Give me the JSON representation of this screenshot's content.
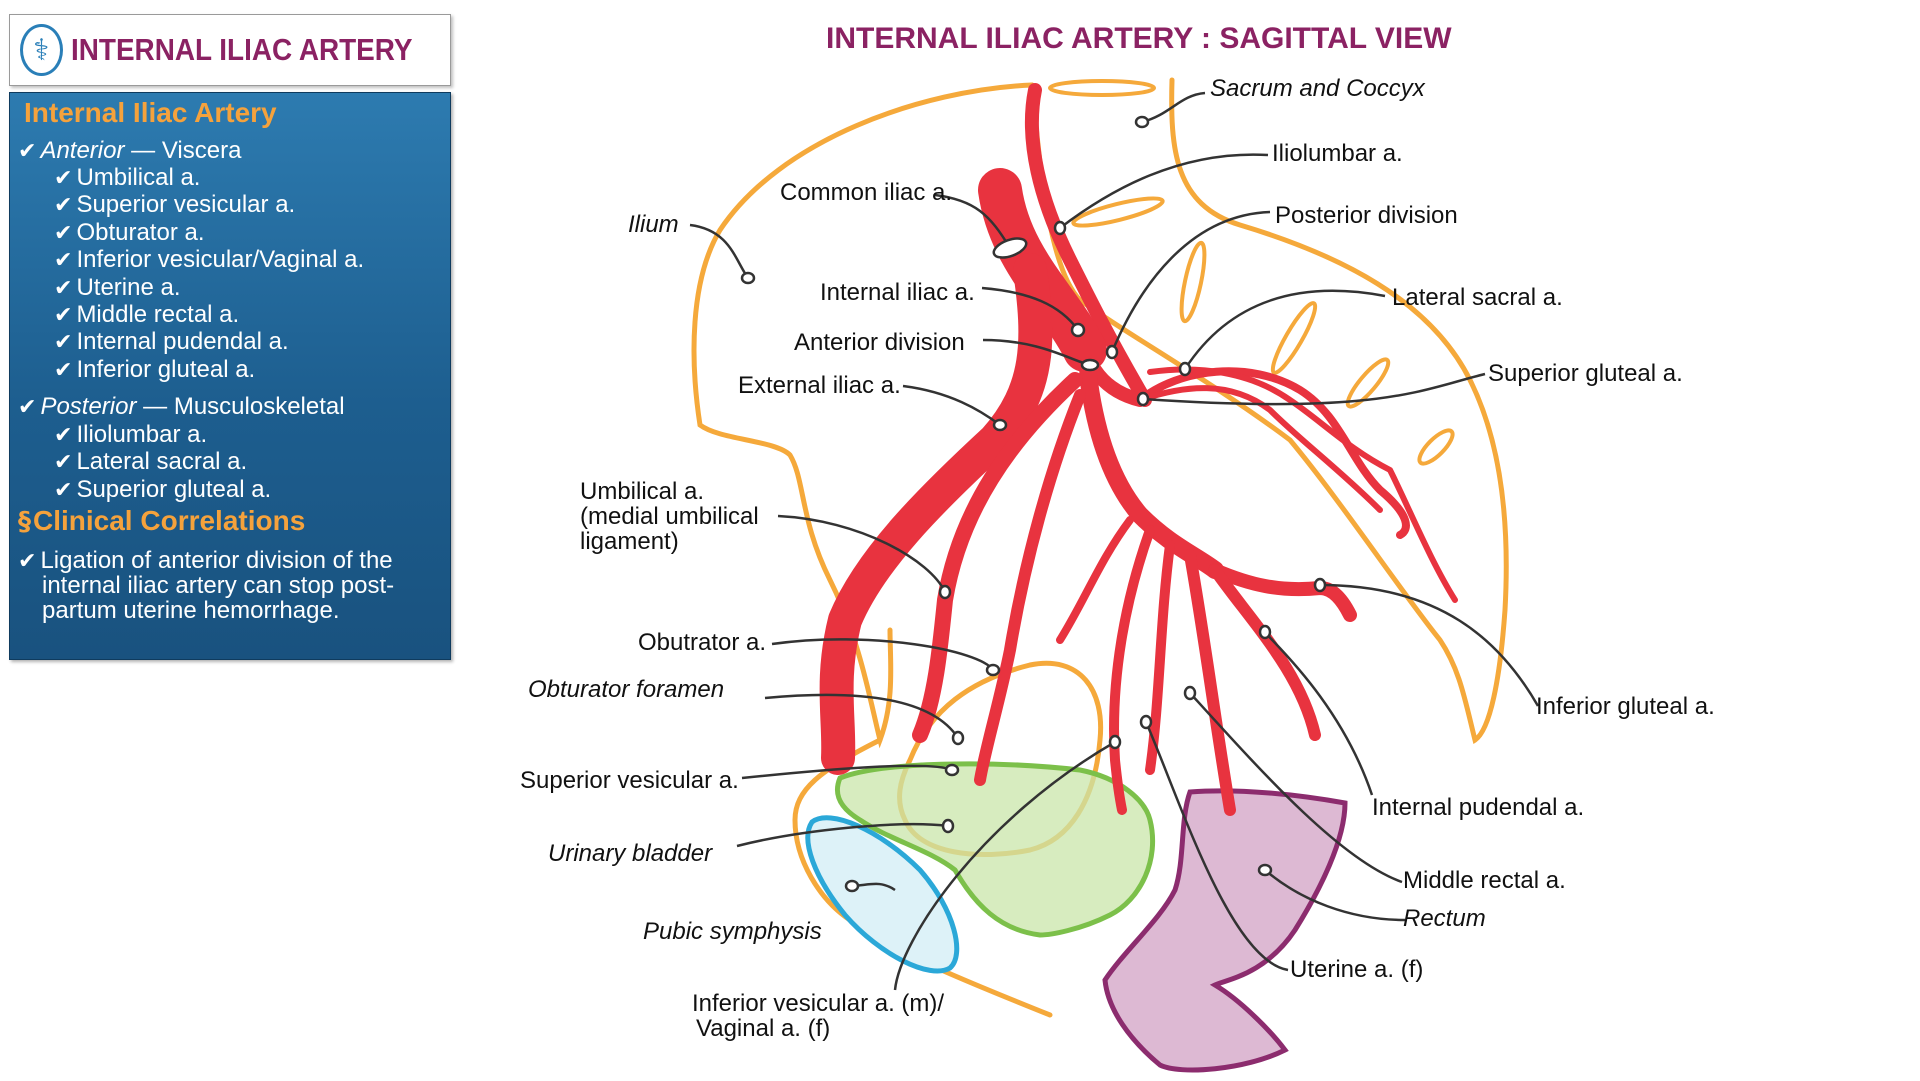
{
  "header": {
    "logo_icon": "caduceus-icon",
    "title": "INTERNAL ILIAC ARTERY"
  },
  "panel": {
    "heading": "Internal Iliac Artery",
    "anterior": {
      "label": "Anterior",
      "desc": "— Viscera"
    },
    "anterior_items": [
      "Umbilical a.",
      "Superior vesicular a.",
      "Obturator a.",
      "Inferior vesicular/Vaginal a.",
      "Uterine a.",
      "Middle rectal a.",
      "Internal pudendal a.",
      "Inferior gluteal a."
    ],
    "posterior": {
      "label": "Posterior",
      "desc": "— Musculoskeletal"
    },
    "posterior_items": [
      "Iliolumbar a.",
      "Lateral sacral a.",
      "Superior gluteal a."
    ],
    "clinical_heading": "Clinical Correlations",
    "clinical_icon": "scroll-icon",
    "clinical_lines": [
      "Ligation of anterior division of the",
      "internal iliac artery can stop post-",
      "partum uterine hemorrhage."
    ],
    "check_icon": "checkmark-icon"
  },
  "diagram": {
    "title": "INTERNAL ILIAC ARTERY : SAGITTAL VIEW",
    "labels": {
      "sacrum": "Sacrum and Coccyx",
      "iliolumbar": "Iliolumbar a.",
      "common_iliac": "Common iliac a.",
      "posterior_division": "Posterior division",
      "ilium": "Ilium",
      "internal_iliac": "Internal iliac a.",
      "lateral_sacral": "Lateral sacral a.",
      "anterior_division": "Anterior division",
      "superior_gluteal": "Superior gluteal a.",
      "external_iliac": "External iliac a.",
      "umbilical": [
        "Umbilical a.",
        "(medial umbilical",
        "ligament)"
      ],
      "obturator": "Obutrator a.",
      "obturator_foramen": "Obturator foramen",
      "inferior_gluteal": "Inferior gluteal a.",
      "superior_vesicular": "Superior vesicular a.",
      "internal_pudendal": "Internal pudendal a.",
      "urinary_bladder": "Urinary bladder",
      "middle_rectal": "Middle rectal a.",
      "rectum": "Rectum",
      "pubic_symphysis": "Pubic symphysis",
      "uterine": "Uterine a. (f)",
      "inferior_vesicular": [
        "Inferior vesicular a. (m)/",
        "Vaginal a. (f)"
      ]
    },
    "colors": {
      "bone": "#f5a93b",
      "artery": "#e8333f",
      "bladder_fill": "#c9e6a9",
      "bladder_stroke": "#7cc04a",
      "symphysis_fill": "#ddf2f8",
      "symphysis_stroke": "#2ba8d8",
      "rectum_fill": "#ddb9d3",
      "rectum_stroke": "#8c2c6e",
      "title": "#8b2263",
      "heading_orange": "#f5a23c",
      "panel_blue": "#2068a0"
    }
  }
}
